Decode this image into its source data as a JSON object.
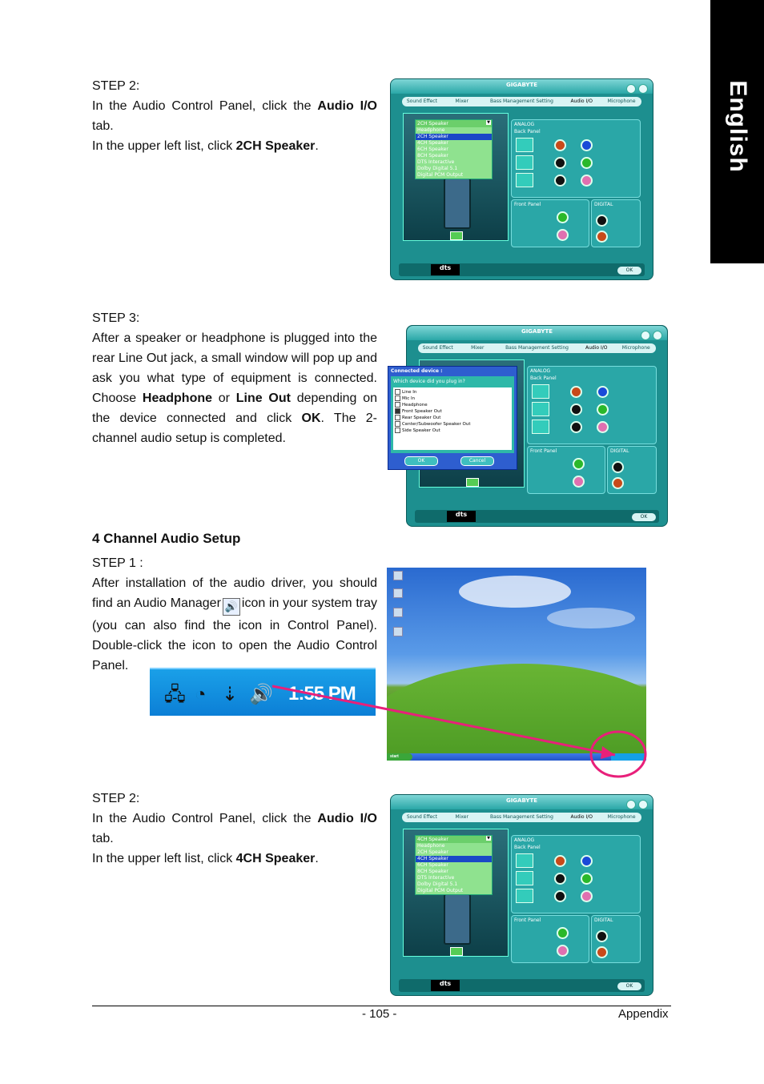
{
  "side_tab": {
    "label": "English"
  },
  "step2a": {
    "label": "STEP 2:",
    "line1_pre": "In the Audio Control Panel, click the ",
    "line1_bold": "Audio I/O",
    "line1_post": " tab.",
    "line2_pre": "In the upper left list, click ",
    "line2_bold": "2CH Speaker",
    "line2_post": "."
  },
  "step3": {
    "label": "STEP 3:",
    "t1": "After a speaker or headphone is plugged into the rear Line Out jack, a small window will pop up and ask you what type of equipment is connected. Choose ",
    "b1": "Headphone",
    "t2": " or ",
    "b2": "Line Out",
    "t3": " depending on the device connected and click ",
    "b3": "OK",
    "t4": ". The 2-channel audio setup is completed."
  },
  "section_heading": "4 Channel Audio Setup",
  "step1": {
    "label": "STEP 1 :",
    "t1": "After installation of the audio driver, you should find an Audio Manager",
    "t2": "icon in your system tray (you can also find the icon in Control Panel). Double-click the icon to open the Audio Control Panel."
  },
  "step2b": {
    "label": "STEP 2:",
    "line1_pre": "In the Audio Control Panel, click the ",
    "line1_bold": "Audio I/O",
    "line1_post": " tab.",
    "line2_pre": "In the upper left list, click ",
    "line2_bold": "4CH Speaker",
    "line2_post": "."
  },
  "audio_manager": {
    "logo": "GIGABYTE",
    "tabs": [
      "Sound Effect",
      "Mixer",
      "Bass Management Setting",
      "Audio I/O",
      "Microphone"
    ],
    "analog_label": "ANALOG",
    "back_panel_label": "Back Panel",
    "front_panel_label": "Front Panel",
    "digital_label": "DIGITAL",
    "ok_label": "OK",
    "dts_label": "dts",
    "speaker_options": [
      "Headphone",
      "2CH Speaker",
      "4CH Speaker",
      "6CH Speaker",
      "8CH Speaker",
      "DTS Interactive",
      "Dolby Digital 5.1",
      "Digital PCM Output"
    ],
    "list_a_selected": "2CH Speaker",
    "list_b_selected": "4CH Speaker"
  },
  "dialog": {
    "title": "Connected device :",
    "question": "Which device did you plug in?",
    "options": [
      "Line In",
      "Mic In",
      "Headphone",
      "Front Speaker Out",
      "Rear Speaker Out",
      "Center/Subwoofer Speaker Out",
      "Side Speaker Out"
    ],
    "ok": "OK",
    "cancel": "Cancel"
  },
  "desktop": {
    "start_label": "start"
  },
  "tray": {
    "time": "1:55 PM"
  },
  "footer": {
    "page_number": "- 105 -",
    "label": "Appendix"
  },
  "colors": {
    "arrow": "#e8207a",
    "panel": "#1d8f8f",
    "side_tab": "#000000"
  }
}
